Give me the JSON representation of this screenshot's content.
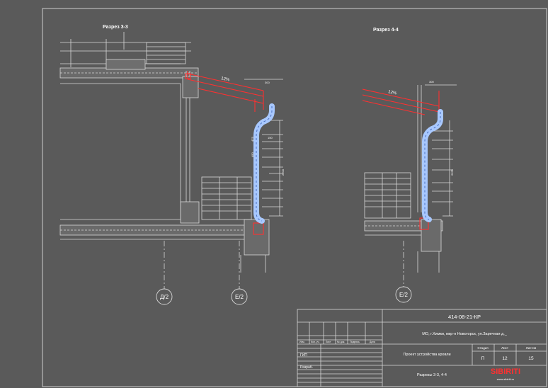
{
  "sections": {
    "left": {
      "title": "Разрез 3-3",
      "slope": "12%"
    },
    "right": {
      "title": "Разрез 4-4",
      "slope": "12%"
    }
  },
  "axes": [
    "Д/2",
    "Е/2",
    "Е/2"
  ],
  "dims": {
    "left_top": "300",
    "left_mid": "150",
    "left_vert1": "475",
    "left_vert2": "450",
    "left_vert3": "2200",
    "right_top": "300",
    "right_vert": "2075"
  },
  "title_block": {
    "code": "414-08-21-КР",
    "address": "МО, г.Химки, мкр-н Новогорск, ул.Заречная д._",
    "project": "Проект устройства кровли",
    "sheet_name": "Разрезы 3-3, 4-4",
    "headers": [
      "Изм.",
      "Кол. уч.",
      "Лист",
      "№ док.",
      "Подпись",
      "Дата"
    ],
    "roles": [
      "ГИП",
      "Разраб."
    ],
    "stage_label": "Стадия",
    "sheet_label": "Лист",
    "sheets_label": "Листов",
    "stage": "П",
    "sheet": "12",
    "sheets": "15"
  },
  "logo": {
    "brand": "SIBIRITI",
    "url": "www.sibiriti.ru"
  },
  "colors": {
    "background": "#5a5a5a",
    "lines": "#d8d8d8",
    "red": "#ff3030",
    "pipe": "#a8c8ff"
  }
}
